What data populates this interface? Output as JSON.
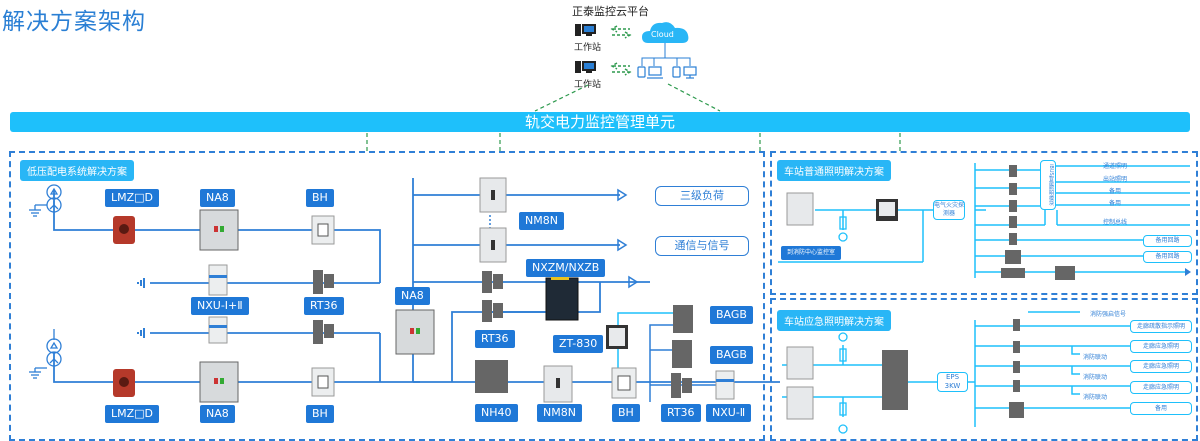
{
  "title": "解决方案架构",
  "cloud_platform": {
    "title": "正泰监控云平台",
    "cloud_label": "Cloud",
    "workstations": [
      "工作站",
      "工作站"
    ]
  },
  "management_unit": "轨交电力监控管理单元",
  "low_voltage_panel": {
    "tag": "低压配电系统解决方案",
    "labels": {
      "lmz_top": "LMZ□D",
      "na8_top": "NA8",
      "bh_top": "BH",
      "nxu_top": "NXU-Ⅰ+Ⅱ",
      "rt36_top": "RT36",
      "lmz_bottom": "LMZ□D",
      "na8_bottom": "NA8",
      "bh_bottom": "BH",
      "na8_mid": "NA8",
      "nm8n_top": "NM8N",
      "nxzm": "NXZM/NXZB",
      "rt36_mid": "RT36",
      "zt830": "ZT-830",
      "bagb_1": "BAGB",
      "bagb_2": "BAGB",
      "nh40": "NH40",
      "nm8n_bottom": "NM8N",
      "bh_mid": "BH",
      "rt36_bottom": "RT36",
      "nxu_bottom": "NXU-Ⅱ"
    },
    "outputs": [
      "三级负荷",
      "通信与信号"
    ]
  },
  "normal_lighting_panel": {
    "tag": "车站普通照明解决方案",
    "fire_center_label": "到消防中心监控室",
    "detector_label": "电气火灾探测器",
    "ibus_label": "iBUS智能照明模块",
    "circuits": [
      "通道照明",
      "出站照明",
      "备用",
      "备用",
      "控制总线"
    ],
    "spare_boxes": [
      "备用回路",
      "备用回路"
    ]
  },
  "emergency_lighting_panel": {
    "tag": "车站应急照明解决方案",
    "eps_label": "EPS\n3KW",
    "fire_signal": "消防强启信号",
    "outputs": [
      "走廊疏散指示照明",
      "走廊应急照明",
      "走廊应急照明",
      "走廊应急照明",
      "备用"
    ],
    "linkage_label": "消防联动"
  },
  "colors": {
    "accent_blue": "#1f78d7",
    "bar_cyan": "#1ec0fb",
    "title_blue": "#2a7fd4",
    "dashed_green": "#2e9a4e"
  }
}
